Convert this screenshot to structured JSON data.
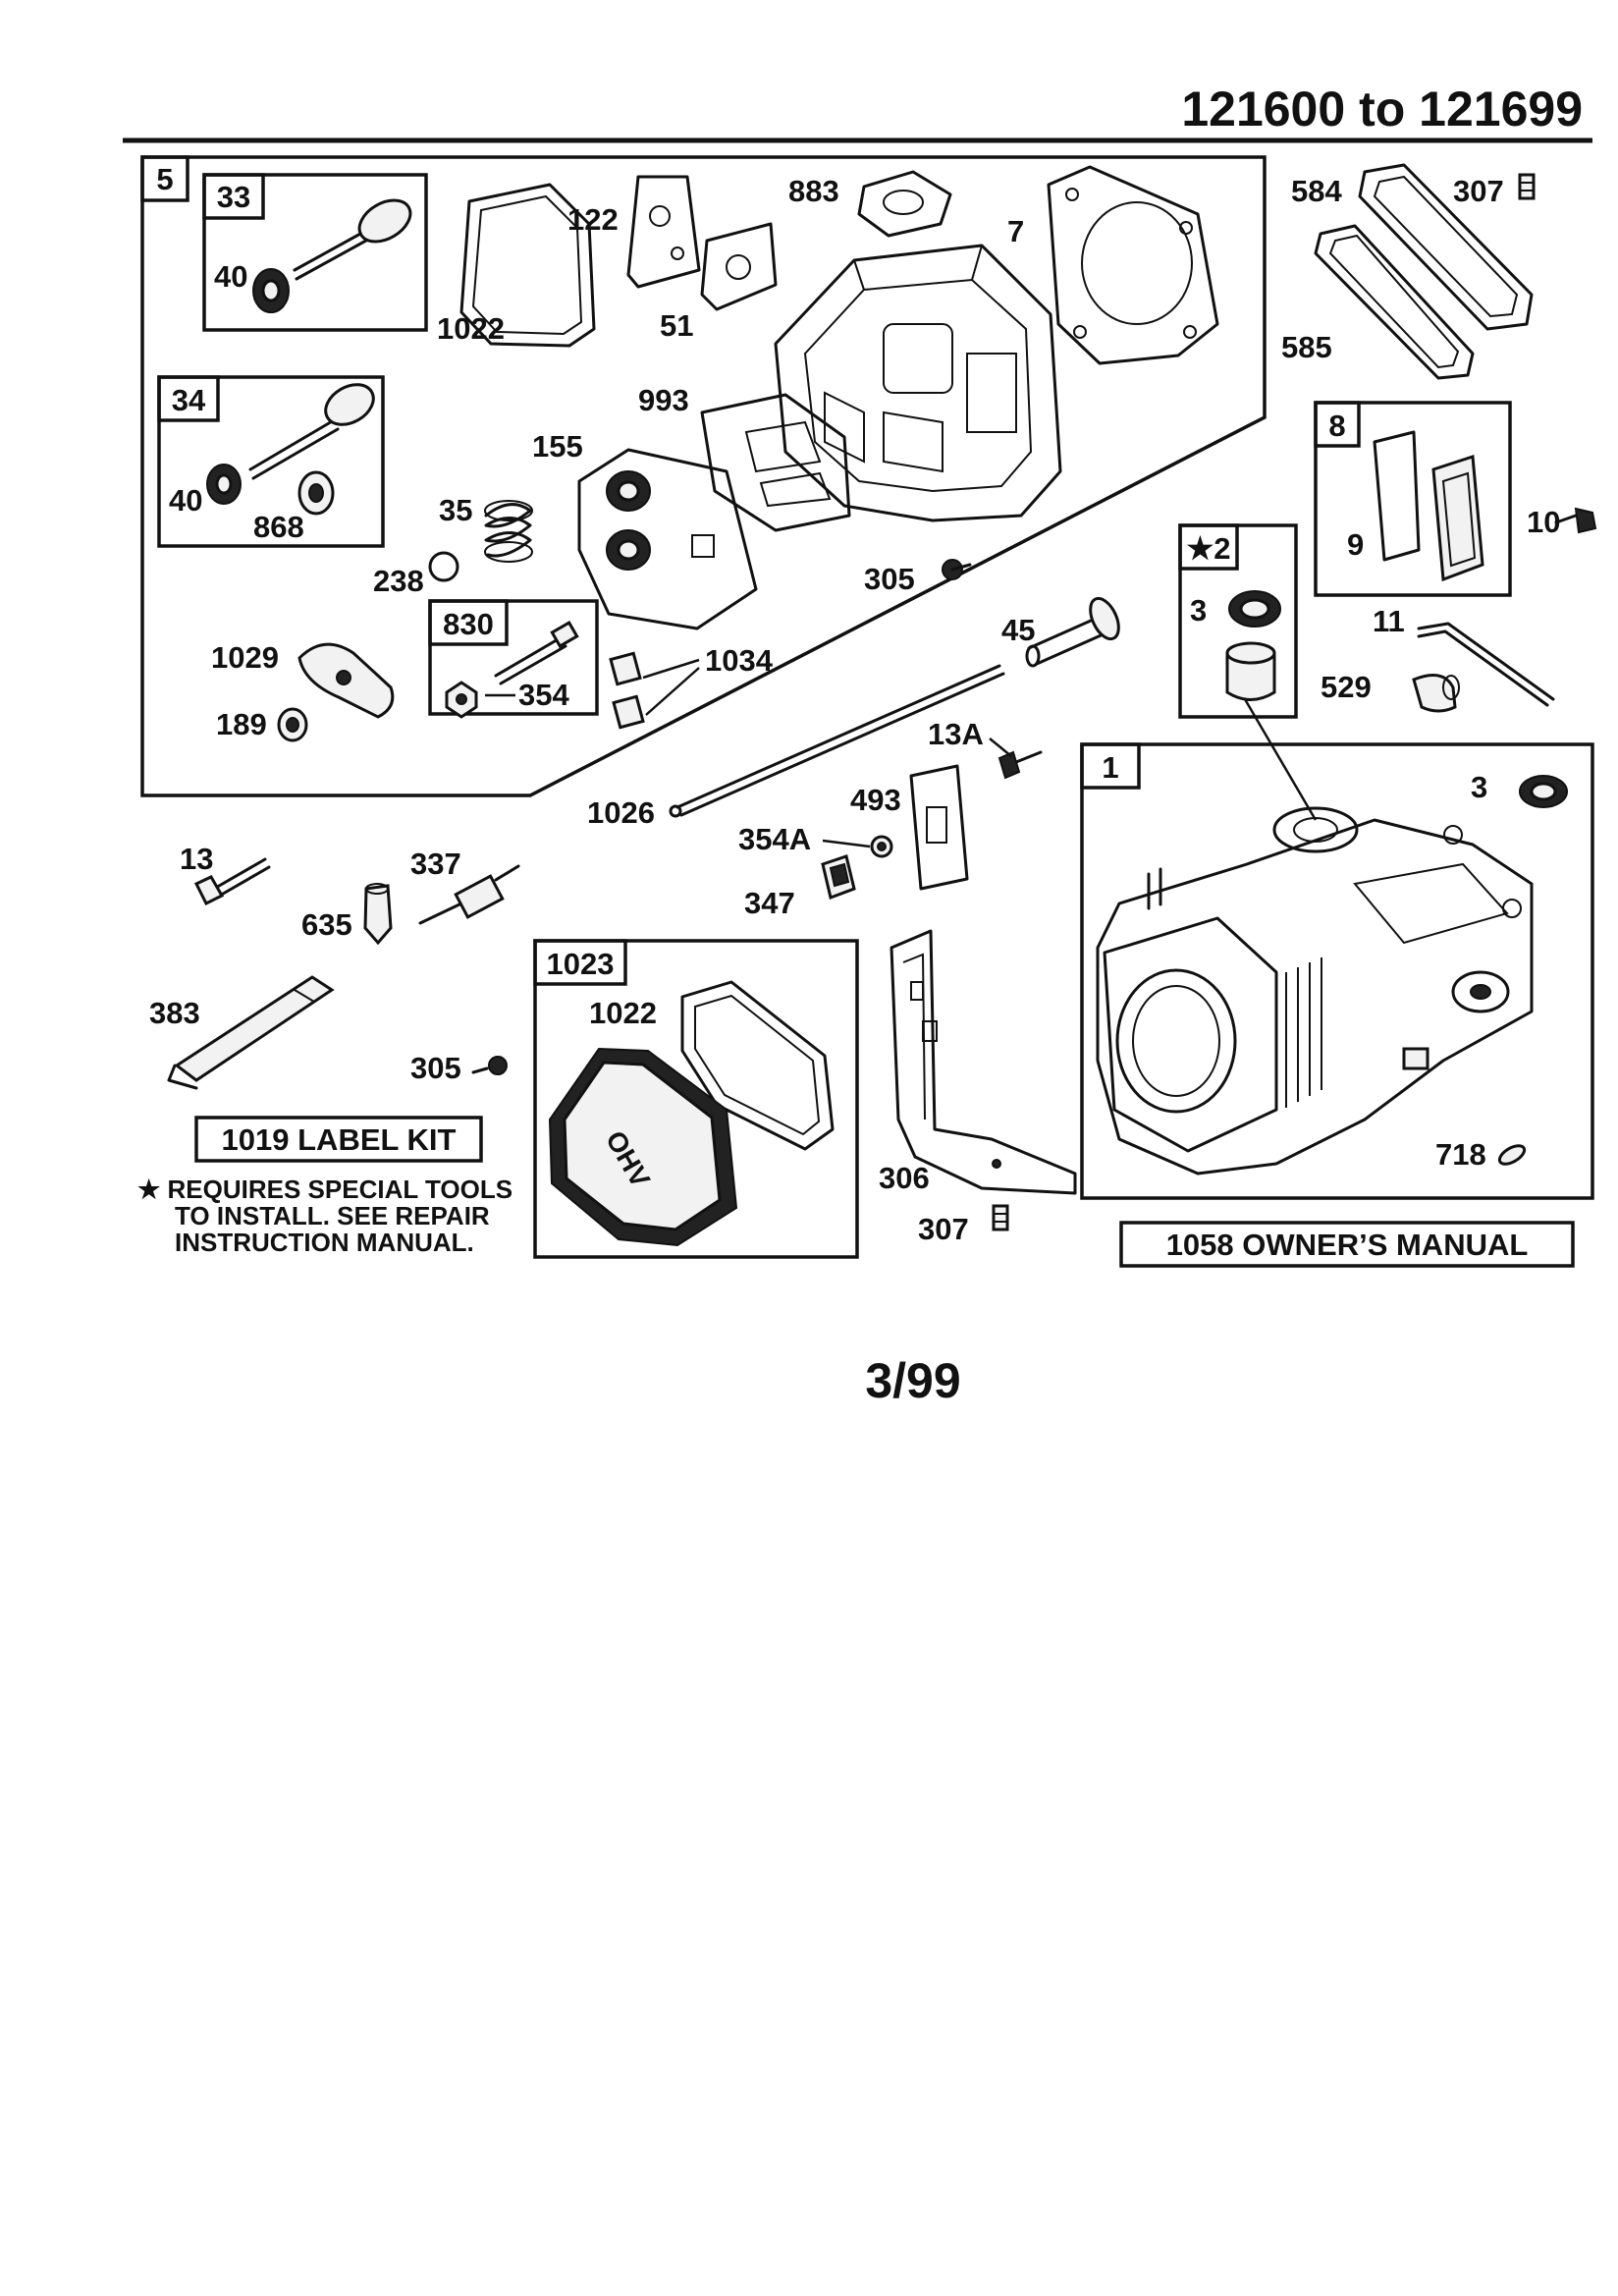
{
  "header": {
    "title": "121600 to 121699"
  },
  "footer": {
    "date": "3/99"
  },
  "groups": {
    "g5": "5",
    "g33": "33",
    "g34": "34",
    "g830": "830",
    "g8": "8",
    "g2": "★2",
    "g1": "1",
    "g1023": "1023"
  },
  "callouts": {
    "c40a": "40",
    "c1022a": "1022",
    "c122": "122",
    "c51": "51",
    "c883": "883",
    "c7": "7",
    "c993": "993",
    "c155": "155",
    "c40b": "40",
    "c868": "868",
    "c35": "35",
    "c238": "238",
    "c305a": "305",
    "c1029": "1029",
    "c189": "189",
    "c354": "354",
    "c1034": "1034",
    "c584": "584",
    "c307a": "307",
    "c585": "585",
    "c9": "9",
    "c10": "10",
    "c3a": "3",
    "c11": "11",
    "c529": "529",
    "c45": "45",
    "c13A": "13A",
    "c1026": "1026",
    "c493": "493",
    "c354A": "354A",
    "c347": "347",
    "c13": "13",
    "c337": "337",
    "c635": "635",
    "c383": "383",
    "c305b": "305",
    "c1022b": "1022",
    "c306": "306",
    "c307b": "307",
    "c3b": "3",
    "c718": "718"
  },
  "kits": {
    "label_kit": "1019 LABEL KIT",
    "owners_manual": "1058 OWNER’S MANUAL"
  },
  "notes": {
    "special_tools_1": "★ REQUIRES SPECIAL TOOLS",
    "special_tools_2": "TO INSTALL.  SEE REPAIR",
    "special_tools_3": "INSTRUCTION MANUAL."
  },
  "cover_lettering": "OHV"
}
